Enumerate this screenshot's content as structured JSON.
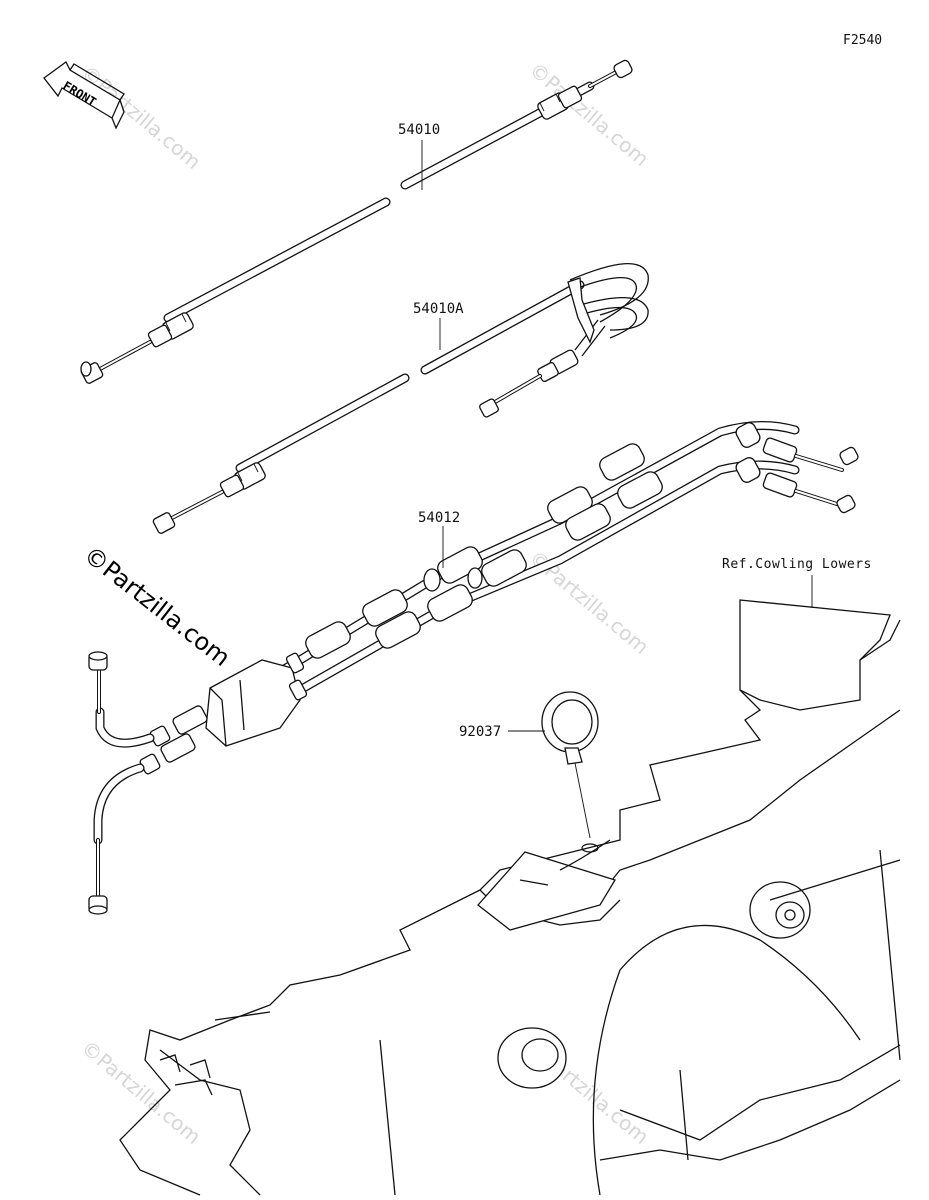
{
  "figure_code": "F2540",
  "front_label": "FRONT",
  "parts": [
    {
      "number": "54010"
    },
    {
      "number": "54010A"
    },
    {
      "number": "54012"
    },
    {
      "number": "92037"
    }
  ],
  "reference": "Ref.Cowling Lowers",
  "watermark_logo": "©Partzilla.com",
  "watermark_text": "©Partzilla.com",
  "icons": [
    "front-arrow-icon"
  ],
  "colors": {
    "line": "#111111",
    "watermark": "#d6d6d6",
    "background": "#ffffff"
  }
}
